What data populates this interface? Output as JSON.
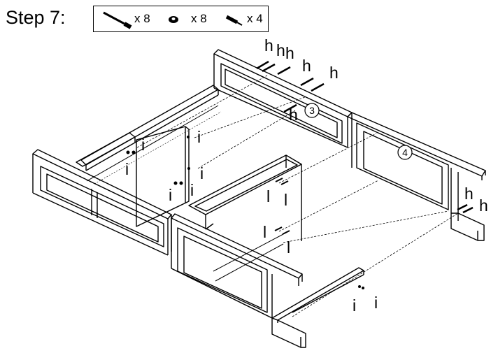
{
  "step": {
    "title": "Step 7:"
  },
  "parts": [
    {
      "icon": "long-bolt-icon",
      "qty": "x 8"
    },
    {
      "icon": "barrel-nut-icon",
      "qty": "x 8"
    },
    {
      "icon": "short-screw-icon",
      "qty": "x 4"
    }
  ],
  "part_labels": {
    "h": "h",
    "i": "i",
    "l": "l"
  },
  "panel_numbers": {
    "panel_3": "3",
    "panel_4": "4"
  }
}
